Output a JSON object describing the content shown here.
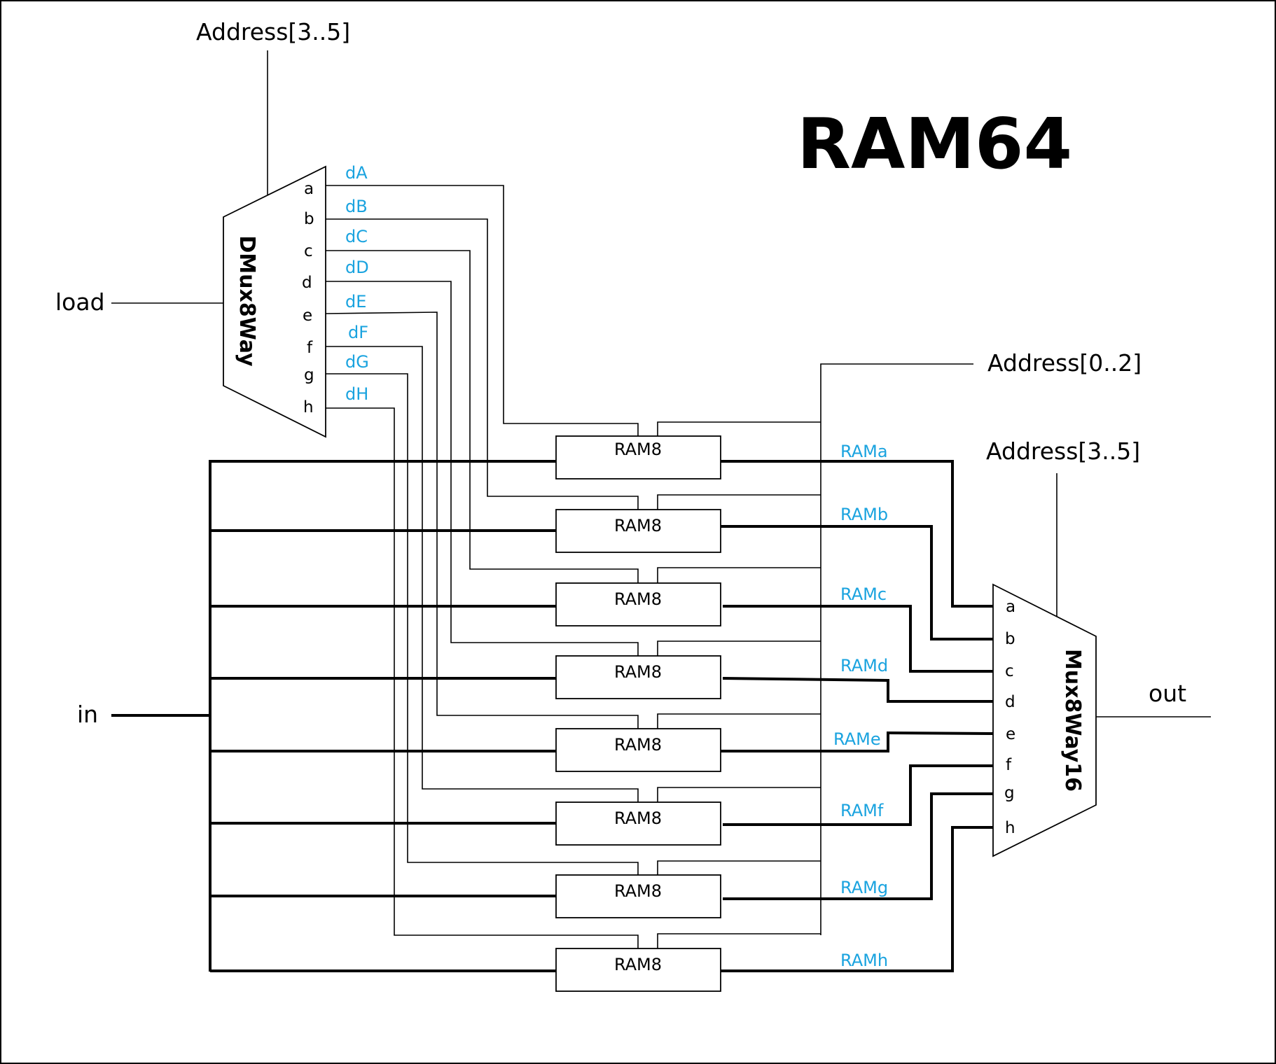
{
  "title": "RAM64",
  "inputs": {
    "load": "load",
    "in": "in",
    "out": "out",
    "address_high_dmux": "Address[3..5]",
    "address_low": "Address[0..2]",
    "address_high_mux": "Address[3..5]"
  },
  "dmux": {
    "name": "DMux8Way",
    "pins": [
      "a",
      "b",
      "c",
      "d",
      "e",
      "f",
      "g",
      "h"
    ],
    "signals": [
      "dA",
      "dB",
      "dC",
      "dD",
      "dE",
      "dF",
      "dG",
      "dH"
    ]
  },
  "mux": {
    "name": "Mux8Way16",
    "pins": [
      "a",
      "b",
      "c",
      "d",
      "e",
      "f",
      "g",
      "h"
    ]
  },
  "rams": [
    {
      "label": "RAM8",
      "signal": "RAMa"
    },
    {
      "label": "RAM8",
      "signal": "RAMb"
    },
    {
      "label": "RAM8",
      "signal": "RAMc"
    },
    {
      "label": "RAM8",
      "signal": "RAMd"
    },
    {
      "label": "RAM8",
      "signal": "RAMe"
    },
    {
      "label": "RAM8",
      "signal": "RAMf"
    },
    {
      "label": "RAM8",
      "signal": "RAMg"
    },
    {
      "label": "RAM8",
      "signal": "RAMh"
    }
  ],
  "colors": {
    "signal_label": "#1aa3df",
    "line": "#000000",
    "background": "#ffffff"
  }
}
